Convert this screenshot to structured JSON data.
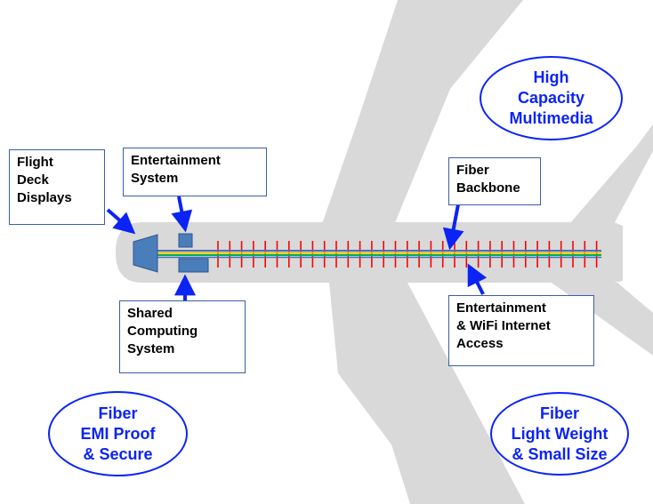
{
  "colors": {
    "airplane": "#d9d9d9",
    "accent_blue": "#0b24f5",
    "box_border": "#3a5fa6",
    "component_fill": "#4a7ebb",
    "rib_red": "#ff0000",
    "backbone_green": "#00b050",
    "backbone_yellow": "#ffc000",
    "backbone_blue": "#4472c4"
  },
  "callouts": {
    "flight_deck": {
      "lines": [
        "Flight",
        "Deck",
        "Displays"
      ]
    },
    "entertainment_system": {
      "lines": [
        "Entertainment",
        "System"
      ]
    },
    "fiber_backbone": {
      "lines": [
        "Fiber",
        "Backbone"
      ]
    },
    "shared_computing": {
      "lines": [
        "Shared",
        "Computing",
        "System"
      ]
    },
    "entertainment_wifi": {
      "lines": [
        "Entertainment",
        "& WiFi Internet",
        "Access"
      ]
    }
  },
  "bubbles": {
    "high_capacity": {
      "lines": [
        "High",
        "Capacity",
        "Multimedia"
      ]
    },
    "emi_proof": {
      "lines": [
        "Fiber",
        "EMI Proof",
        "& Secure"
      ]
    },
    "light_weight": {
      "lines": [
        "Fiber",
        "Light Weight",
        "& Small Size"
      ]
    }
  },
  "icons": [
    "airplane-silhouette-icon",
    "arrow-icon"
  ]
}
